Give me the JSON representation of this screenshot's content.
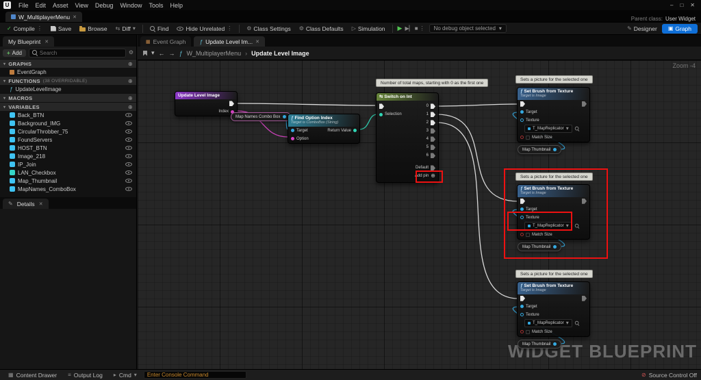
{
  "colors": {
    "accent-blue": "#0f6fd7",
    "exec-wire": "#e8e8e8",
    "pin-object": "#35a9e0",
    "pin-int": "#30d6b5",
    "pin-string": "#d944c6",
    "pin-bool": "#a03030",
    "header-entry": "#8d39c9",
    "header-switch": "#66843a",
    "header-brush": "#39618c",
    "header-find": "#2e7f96",
    "annotation-red": "#ee1111",
    "comment-bg": "#d6d6cf"
  },
  "icons": {
    "minimize": "–",
    "maximize": "□",
    "close": "✕",
    "check": "✓",
    "gear": "⚙",
    "caret_down": "▾",
    "kebab": "⋮",
    "plus": "+",
    "plus_circle": "⊕",
    "play": "▶",
    "play_hollow": "▷",
    "stop": "■",
    "step": "▶▏",
    "arrow_left": "←",
    "arrow_right": "→",
    "fn": "ƒ",
    "diff": "⇆",
    "lines": "≡",
    "grid": "▦",
    "pencil": "✎",
    "crumb_sep": "›",
    "no_entry": "⊘",
    "cmd_arrow": "▸",
    "graph": "▣"
  },
  "menubar": {
    "items": [
      "File",
      "Edit",
      "Asset",
      "View",
      "Debug",
      "Window",
      "Tools",
      "Help"
    ]
  },
  "header": {
    "asset_tab": "W_MultiplayerMenu",
    "parent_class_label": "Parent class:",
    "parent_class_value": "User Widget"
  },
  "toolbar": {
    "compile": "Compile",
    "save": "Save",
    "browse": "Browse",
    "diff": "Diff",
    "find": "Find",
    "hide_unrelated": "Hide Unrelated",
    "class_settings": "Class Settings",
    "class_defaults": "Class Defaults",
    "simulation": "Simulation",
    "debug_object": "No debug object selected",
    "designer": "Designer",
    "graph": "Graph"
  },
  "my_blueprint": {
    "tab_title": "My Blueprint",
    "add_label": "Add",
    "search_placeholder": "Search",
    "graphs_header": "GRAPHS",
    "graphs": [
      {
        "name": "EventGraph"
      }
    ],
    "functions_header": "FUNCTIONS",
    "functions_note": "(38 OVERRIDABLE)",
    "functions": [
      {
        "name": "UpdateLevelImage"
      }
    ],
    "macros_header": "MACROS",
    "variables_header": "VARIABLES",
    "variables": [
      {
        "name": "Back_BTN",
        "color": "#3fc3f2"
      },
      {
        "name": "Background_IMG",
        "color": "#3fc3f2"
      },
      {
        "name": "CircularThrobber_75",
        "color": "#3fc3f2"
      },
      {
        "name": "FoundServers",
        "color": "#3fc3f2"
      },
      {
        "name": "HOST_BTN",
        "color": "#3fc3f2"
      },
      {
        "name": "Image_218",
        "color": "#3fc3f2"
      },
      {
        "name": "IP_Join",
        "color": "#3fc3f2"
      },
      {
        "name": "LAN_Checkbox",
        "color": "#35d6c8"
      },
      {
        "name": "Map_Thumbnail",
        "color": "#3fc3f2"
      },
      {
        "name": "MapNames_ComboBox",
        "color": "#3fc3f2"
      }
    ],
    "details_tab": "Details"
  },
  "graph": {
    "tabs": [
      {
        "label": "Event Graph"
      },
      {
        "label": "Update Level Im..."
      }
    ],
    "breadcrumb_root": "W_MultiplayerMenu",
    "breadcrumb_current": "Update Level Image",
    "zoom": "Zoom -4"
  },
  "nodes": {
    "entry": {
      "title": "Update Level Image",
      "pin_index": "Index"
    },
    "combo_pill": {
      "label": "Map Names Combo Box"
    },
    "find_option": {
      "title": "Find Option Index",
      "subtitle": "Target is ComboBox (String)",
      "pin_target": "Target",
      "pin_option": "Option",
      "pin_return": "Return Value"
    },
    "switch_comment": "Number of total maps, starting with 0 as the first one",
    "switch": {
      "title": "Switch on Int",
      "pin_selection": "Selection",
      "outputs": [
        {
          "label": "0",
          "pin": "#e6e6e6"
        },
        {
          "label": "1",
          "pin": "#e6e6e6"
        },
        {
          "label": "2",
          "pin": "#e6e6e6"
        },
        {
          "label": "3",
          "pin": "#7a7a7a"
        },
        {
          "label": "4",
          "pin": "#7a7a7a"
        },
        {
          "label": "5",
          "pin": "#7a7a7a"
        },
        {
          "label": "6",
          "pin": "#7a7a7a"
        }
      ],
      "default_label": "Default",
      "add_pin": "Add pin"
    },
    "brush_comment": "Sets a picture for the selected one",
    "set_brush": {
      "title": "Set Brush from Texture",
      "subtitle": "Target is Image",
      "pin_target": "Target",
      "pin_texture": "Texture",
      "texture_value": "T_MapReplicator",
      "match_size": "Match Size"
    },
    "thumbnail_pill": {
      "label": "Map Thumbnail"
    }
  },
  "statusbar": {
    "content_drawer": "Content Drawer",
    "output_log": "Output Log",
    "cmd": "Cmd",
    "console_placeholder": "Enter Console Command",
    "source_control": "Source Control Off"
  },
  "watermark": "WIDGET BLUEPRINT"
}
